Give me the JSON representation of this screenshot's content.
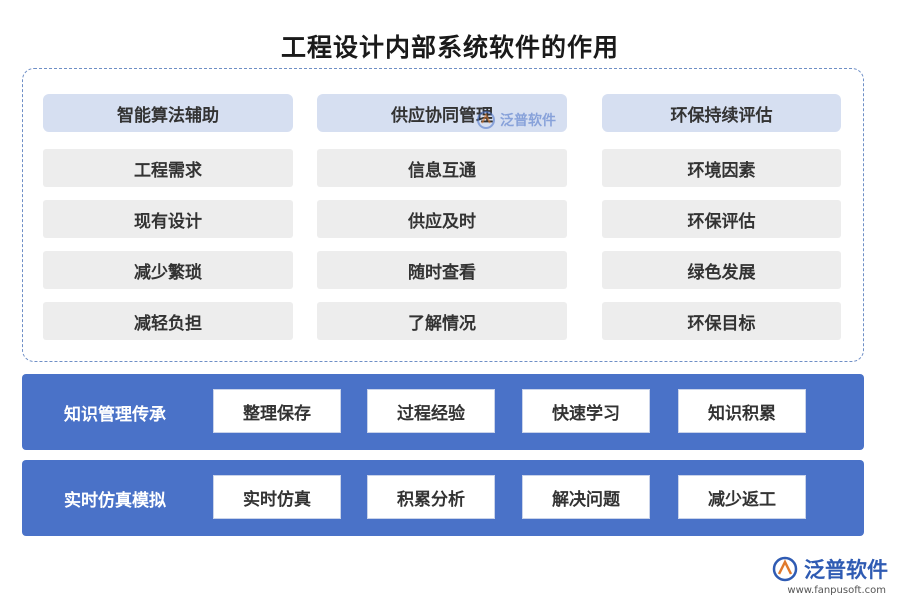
{
  "title": "工程设计内部系统软件的作用",
  "columns": [
    {
      "header": "智能算法辅助",
      "items": [
        "工程需求",
        "现有设计",
        "减少繁琐",
        "减轻负担"
      ]
    },
    {
      "header": "供应协同管理",
      "items": [
        "信息互通",
        "供应及时",
        "随时查看",
        "了解情况"
      ]
    },
    {
      "header": "环保持续评估",
      "items": [
        "环境因素",
        "环保评估",
        "绿色发展",
        "环保目标"
      ]
    }
  ],
  "bands": [
    {
      "label": "知识管理传承",
      "items": [
        "整理保存",
        "过程经验",
        "快速学习",
        "知识积累"
      ]
    },
    {
      "label": "实时仿真模拟",
      "items": [
        "实时仿真",
        "积累分析",
        "解决问题",
        "减少返工"
      ]
    }
  ],
  "watermark": {
    "text": "泛普软件"
  },
  "logo": {
    "name": "泛普软件",
    "url": "www.fanpusoft.com"
  },
  "colors": {
    "band": "#4a72c8",
    "header": "#d6dff1",
    "cell": "#ededed",
    "dashed_border": "#6f8fc6"
  }
}
